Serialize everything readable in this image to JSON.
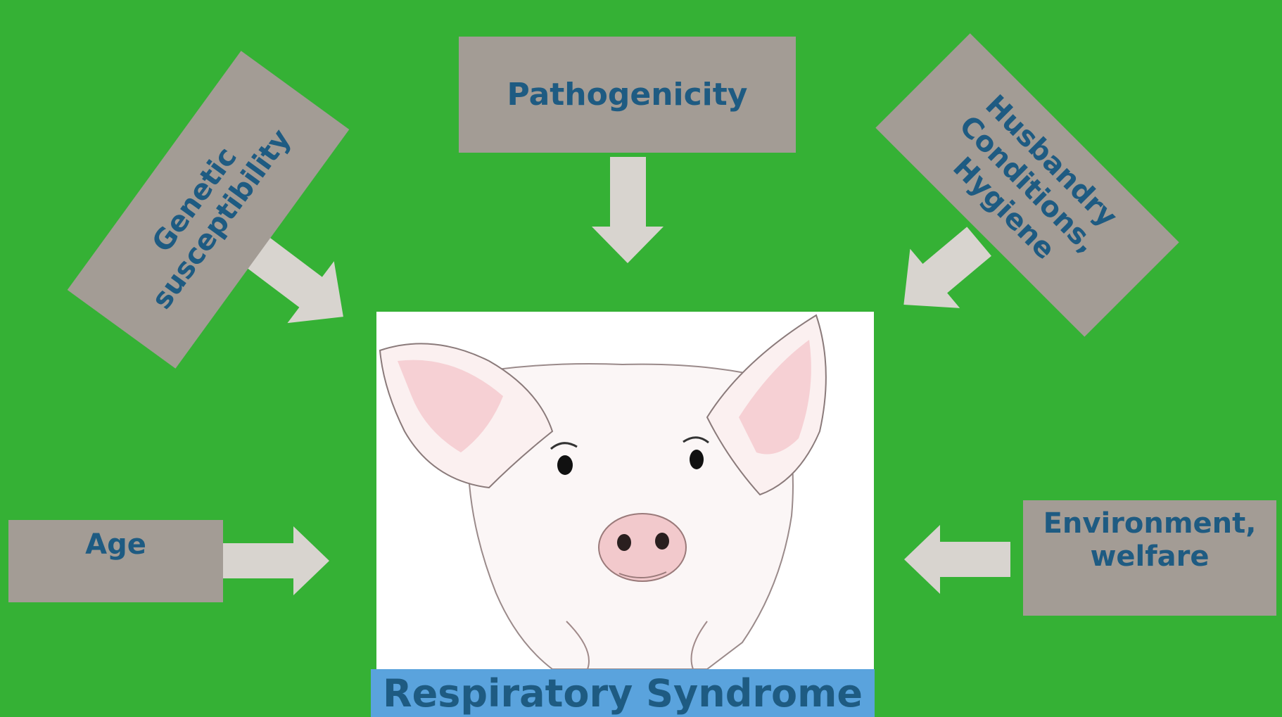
{
  "factors": {
    "pathogenicity": "Pathogenicity",
    "genetic": "Genetic\nsusceptibility",
    "husbandry": "Husbandry\nConditions,\nHygiene",
    "age": "Age",
    "environment": "Environment,\nwelfare"
  },
  "center": {
    "caption": "Respiratory Syndrome",
    "image": "pig-illustration"
  },
  "colors": {
    "background": "#35b135",
    "box": "#a39c95",
    "arrow": "#d8d4cf",
    "text": "#1e5b82",
    "caption_bg": "#5aa3dd"
  }
}
